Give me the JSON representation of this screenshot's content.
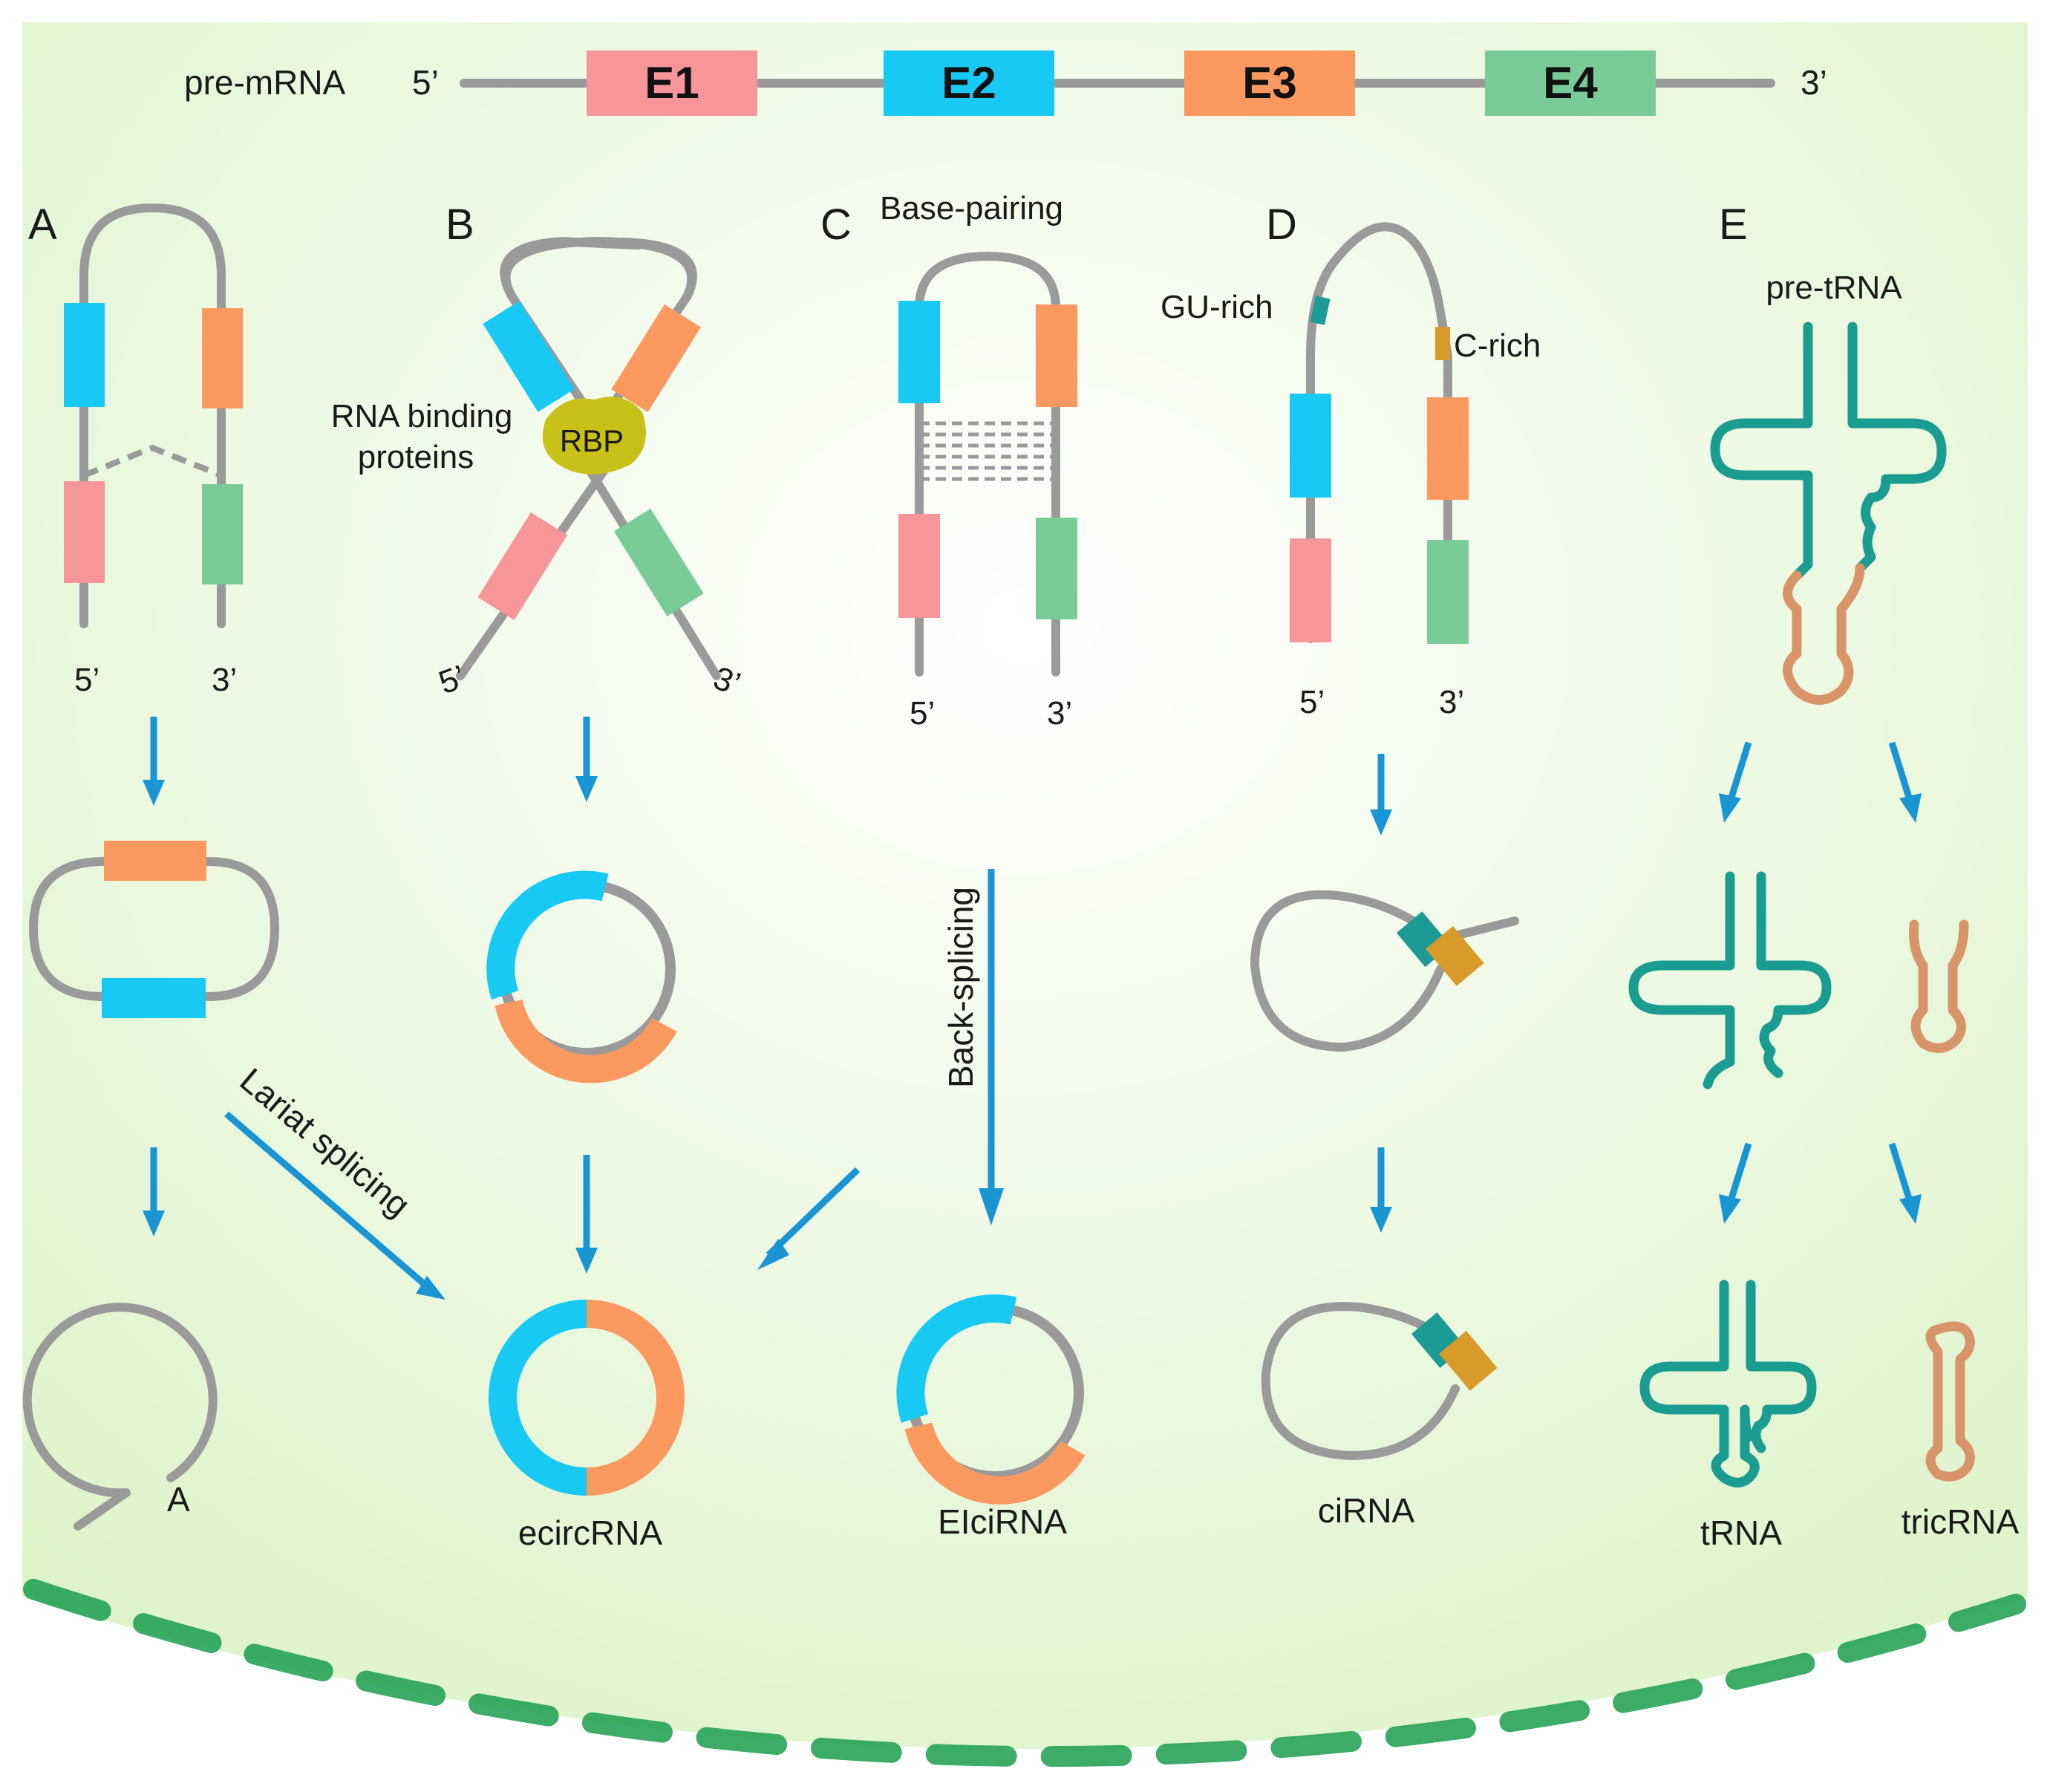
{
  "colors": {
    "exon1": "#f7969a",
    "exon2": "#18c9f4",
    "exon3": "#fb9961",
    "exon4": "#79cb98",
    "strand": "#9a9a9a",
    "arrow": "#1a95d4",
    "trna": "#1b9c91",
    "tric": "#d9956a",
    "rbp": "#c8c11a",
    "gu_rich": "#1b9a96",
    "c_rich": "#d89a28",
    "background": "#e5f6d6",
    "dashes": "#1a9e4e"
  },
  "premrna": {
    "label": "pre-mRNA",
    "five_prime": "5’",
    "three_prime": "3’",
    "exons": [
      "E1",
      "E2",
      "E3",
      "E4"
    ]
  },
  "panels": {
    "A": {
      "letter": "A",
      "five_prime": "5’",
      "three_prime": "3’",
      "lariat_branch": "A",
      "arrow_label": "Lariat splicing"
    },
    "B": {
      "letter": "B",
      "rbp_label": "RNA binding\nproteins",
      "rbp_line1": "RNA binding",
      "rbp_line2": "proteins",
      "rbp_badge": "RBP",
      "five_prime": "5’",
      "three_prime": "3’",
      "product": "ecircRNA"
    },
    "C": {
      "letter": "C",
      "title": "Base-pairing",
      "five_prime": "5’",
      "three_prime": "3’",
      "arrow_label": "Back-splicing",
      "product": "EIciRNA"
    },
    "D": {
      "letter": "D",
      "gu_label": "GU-rich",
      "c_label": "C-rich",
      "five_prime": "5’",
      "three_prime": "3’",
      "product": "ciRNA"
    },
    "E": {
      "letter": "E",
      "title": "pre-tRNA",
      "product_left": "tRNA",
      "product_right": "tricRNA"
    }
  }
}
